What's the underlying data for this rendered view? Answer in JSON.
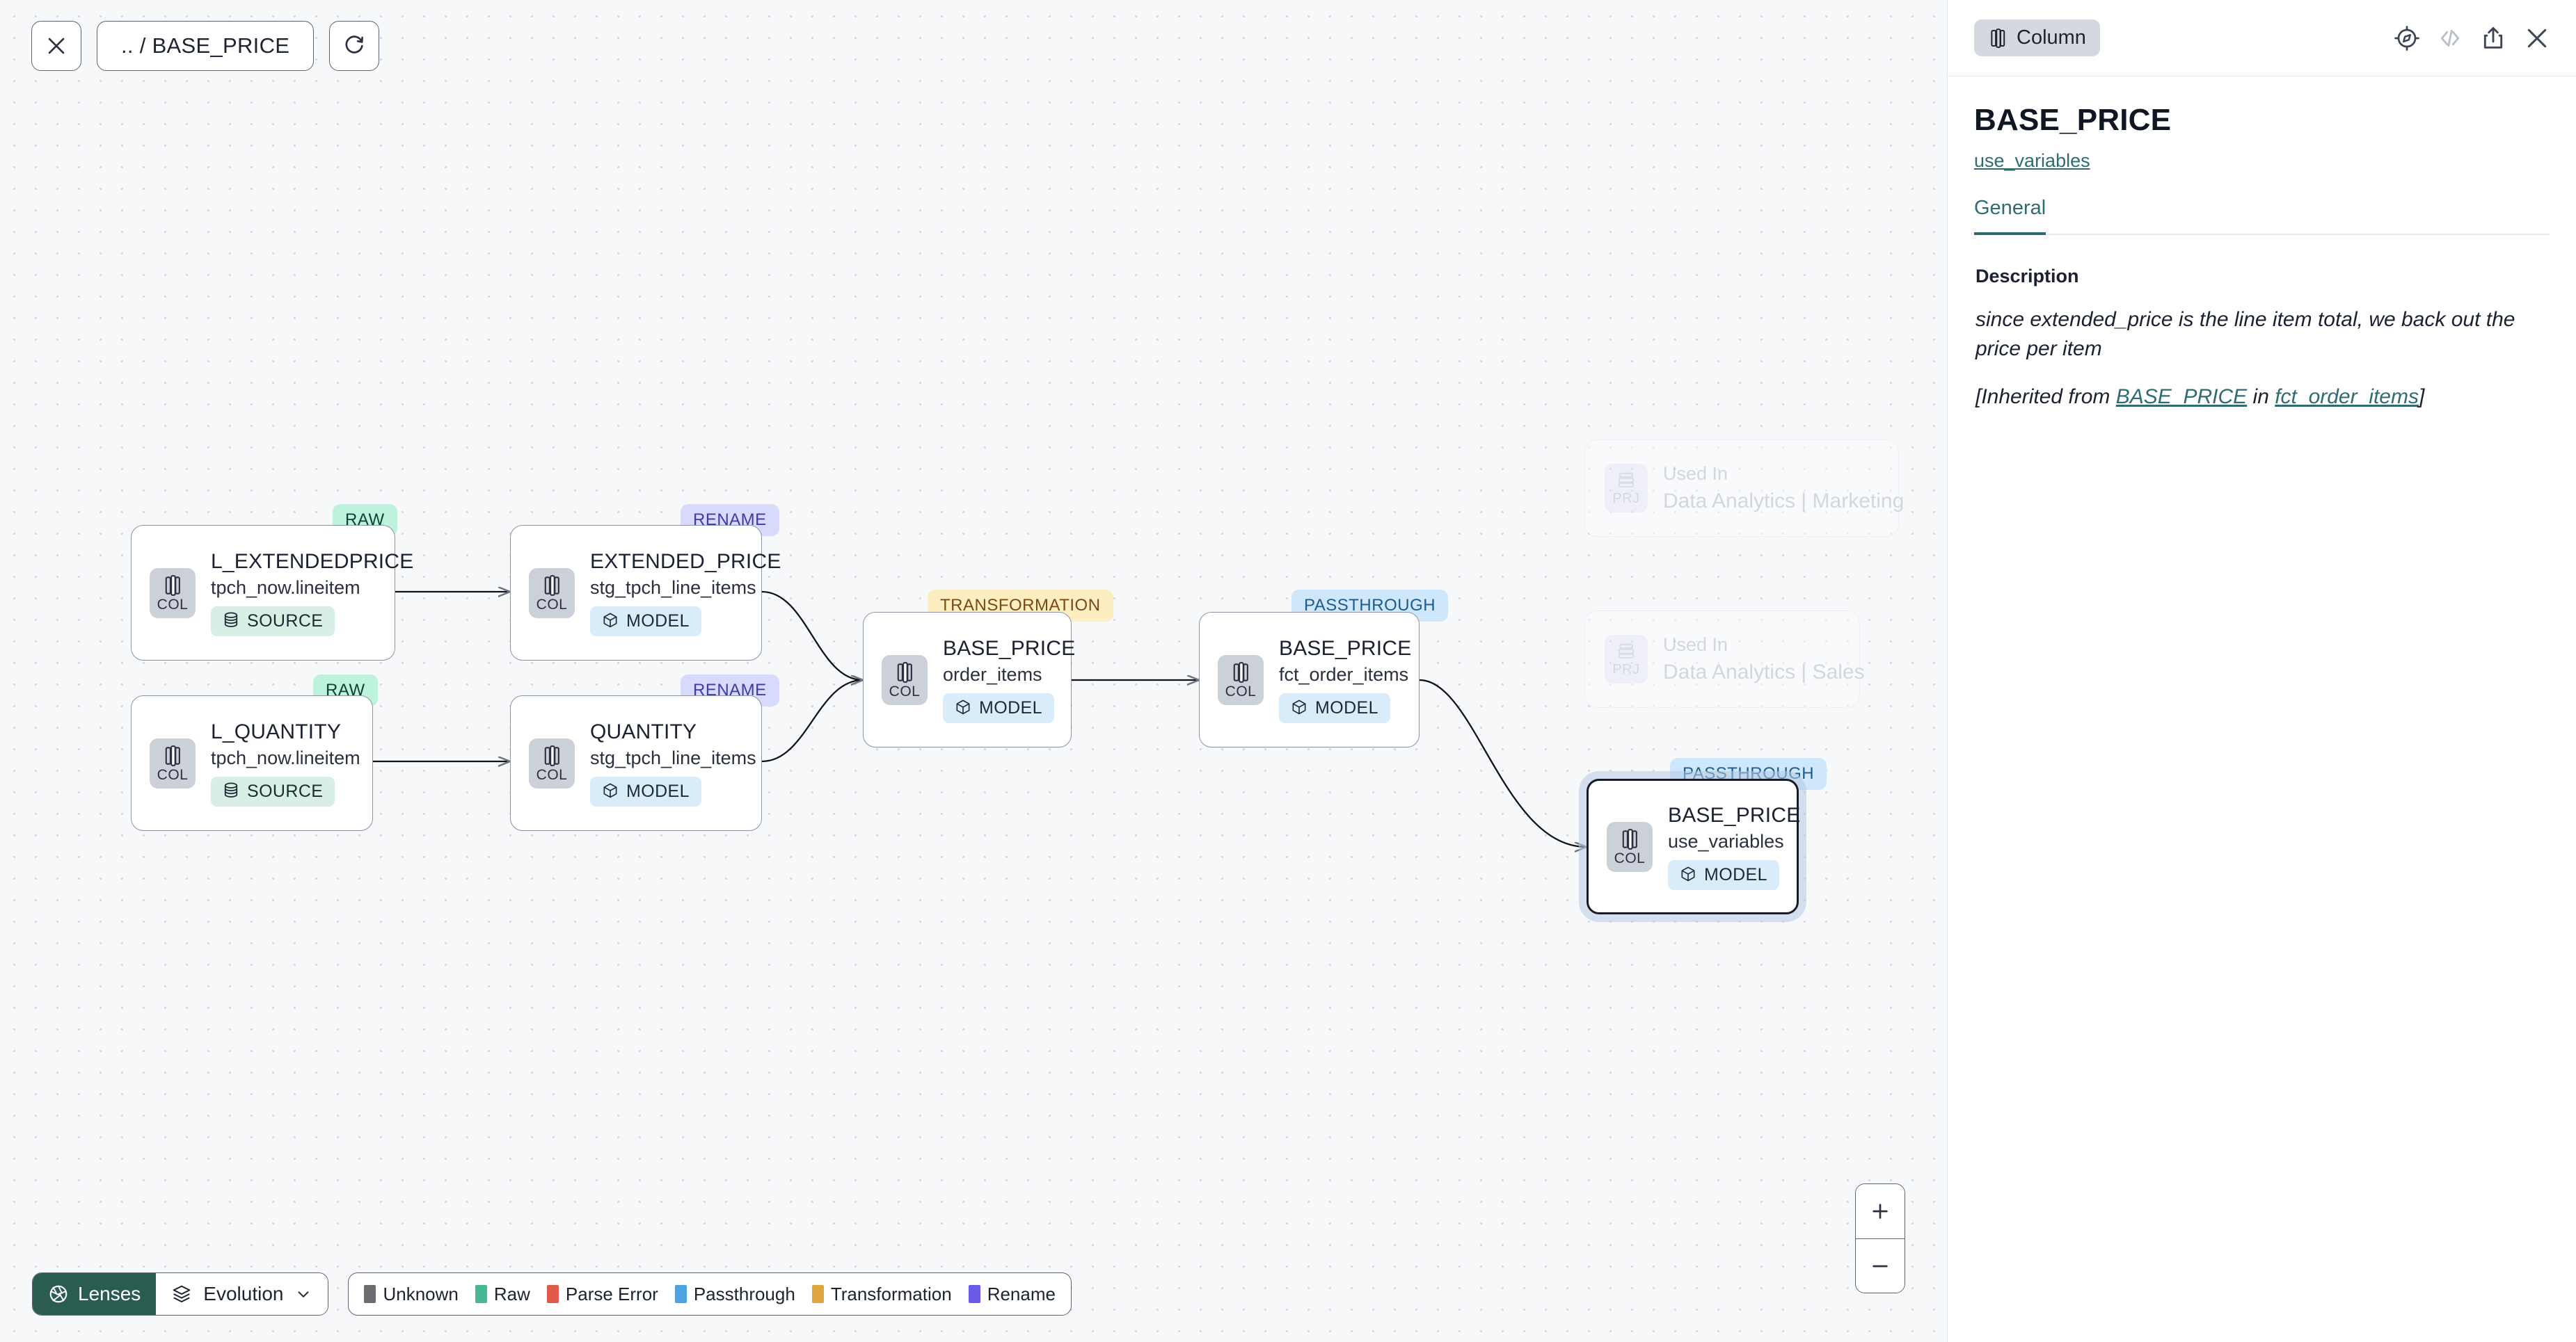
{
  "canvas": {
    "top_controls": {
      "close_icon": "close-icon",
      "breadcrumb": ".. / BASE_PRICE",
      "refresh_icon": "refresh-icon"
    },
    "nodes": [
      {
        "id": "l_extendedprice",
        "badge": "RAW",
        "badge_kind": "raw",
        "chip_label": "COL",
        "chip_icon": "column-icon",
        "title": "L_EXTENDEDPRICE",
        "subtitle": "tpch_now.lineitem",
        "tag": "SOURCE",
        "tag_kind": "source",
        "tag_icon": "database-icon",
        "selected": false
      },
      {
        "id": "l_quantity",
        "badge": "RAW",
        "badge_kind": "raw",
        "chip_label": "COL",
        "chip_icon": "column-icon",
        "title": "L_QUANTITY",
        "subtitle": "tpch_now.lineitem",
        "tag": "SOURCE",
        "tag_kind": "source",
        "tag_icon": "database-icon",
        "selected": false
      },
      {
        "id": "extended_price",
        "badge": "RENAME",
        "badge_kind": "rename",
        "chip_label": "COL",
        "chip_icon": "column-icon",
        "title": "EXTENDED_PRICE",
        "subtitle": "stg_tpch_line_items",
        "tag": "MODEL",
        "tag_kind": "model",
        "tag_icon": "cube-icon",
        "selected": false
      },
      {
        "id": "quantity",
        "badge": "RENAME",
        "badge_kind": "rename",
        "chip_label": "COL",
        "chip_icon": "column-icon",
        "title": "QUANTITY",
        "subtitle": "stg_tpch_line_items",
        "tag": "MODEL",
        "tag_kind": "model",
        "tag_icon": "cube-icon",
        "selected": false
      },
      {
        "id": "base_price_order_items",
        "badge": "TRANSFORMATION",
        "badge_kind": "transformation",
        "chip_label": "COL",
        "chip_icon": "column-icon",
        "title": "BASE_PRICE",
        "subtitle": "order_items",
        "tag": "MODEL",
        "tag_kind": "model",
        "tag_icon": "cube-icon",
        "selected": false
      },
      {
        "id": "base_price_fct_order_items",
        "badge": "PASSTHROUGH",
        "badge_kind": "passthrough",
        "chip_label": "COL",
        "chip_icon": "column-icon",
        "title": "BASE_PRICE",
        "subtitle": "fct_order_items",
        "tag": "MODEL",
        "tag_kind": "model",
        "tag_icon": "cube-icon",
        "selected": false
      },
      {
        "id": "base_price_use_variables",
        "badge": "PASSTHROUGH",
        "badge_kind": "passthrough",
        "chip_label": "COL",
        "chip_icon": "column-icon",
        "title": "BASE_PRICE",
        "subtitle": "use_variables",
        "tag": "MODEL",
        "tag_kind": "model",
        "tag_icon": "cube-icon",
        "selected": true
      }
    ],
    "used_in_cards": [
      {
        "id": "used-in-marketing",
        "chip_label": "PRJ",
        "chip_icon": "project-icon",
        "top_label": "Used In",
        "name": "Data Analytics | Marketing"
      },
      {
        "id": "used-in-sales",
        "chip_label": "PRJ",
        "chip_icon": "project-icon",
        "top_label": "Used In",
        "name": "Data Analytics | Sales"
      }
    ],
    "zoom_controls": {
      "zoom_in": "+",
      "zoom_out": "–"
    },
    "bottom_bar": {
      "lenses_label": "Lenses",
      "lenses_icon": "aperture-icon",
      "evolution_label": "Evolution",
      "evolution_icon": "layers-icon",
      "evolution_chevron": "chevron-down-icon",
      "legend": [
        {
          "label": "Unknown",
          "color": "#6b6d72"
        },
        {
          "label": "Raw",
          "color": "#48b795"
        },
        {
          "label": "Parse Error",
          "color": "#e15a4c"
        },
        {
          "label": "Passthrough",
          "color": "#4da2e2"
        },
        {
          "label": "Transformation",
          "color": "#e0a53e"
        },
        {
          "label": "Rename",
          "color": "#6b5ce8"
        }
      ]
    }
  },
  "panel": {
    "kind_badge": "Column",
    "kind_icon": "column-icon",
    "icons": [
      {
        "name": "compass-icon",
        "disabled": false
      },
      {
        "name": "code-icon",
        "disabled": true
      },
      {
        "name": "share-icon",
        "disabled": false
      },
      {
        "name": "close-icon",
        "disabled": false
      }
    ],
    "title": "BASE_PRICE",
    "parent_link": "use_variables",
    "tabs": [
      {
        "label": "General",
        "active": true
      }
    ],
    "description": {
      "label": "Description",
      "body": "since extended_price is the line item total, we back out the price per item",
      "inherited_prefix": "[Inherited from ",
      "inherited_column": "BASE_PRICE",
      "inherited_middle": " in ",
      "inherited_model": "fct_order_items",
      "inherited_suffix": "]"
    }
  },
  "colors": {
    "accent_teal": "#2f6b70",
    "lenses_green": "#2a5c51"
  }
}
